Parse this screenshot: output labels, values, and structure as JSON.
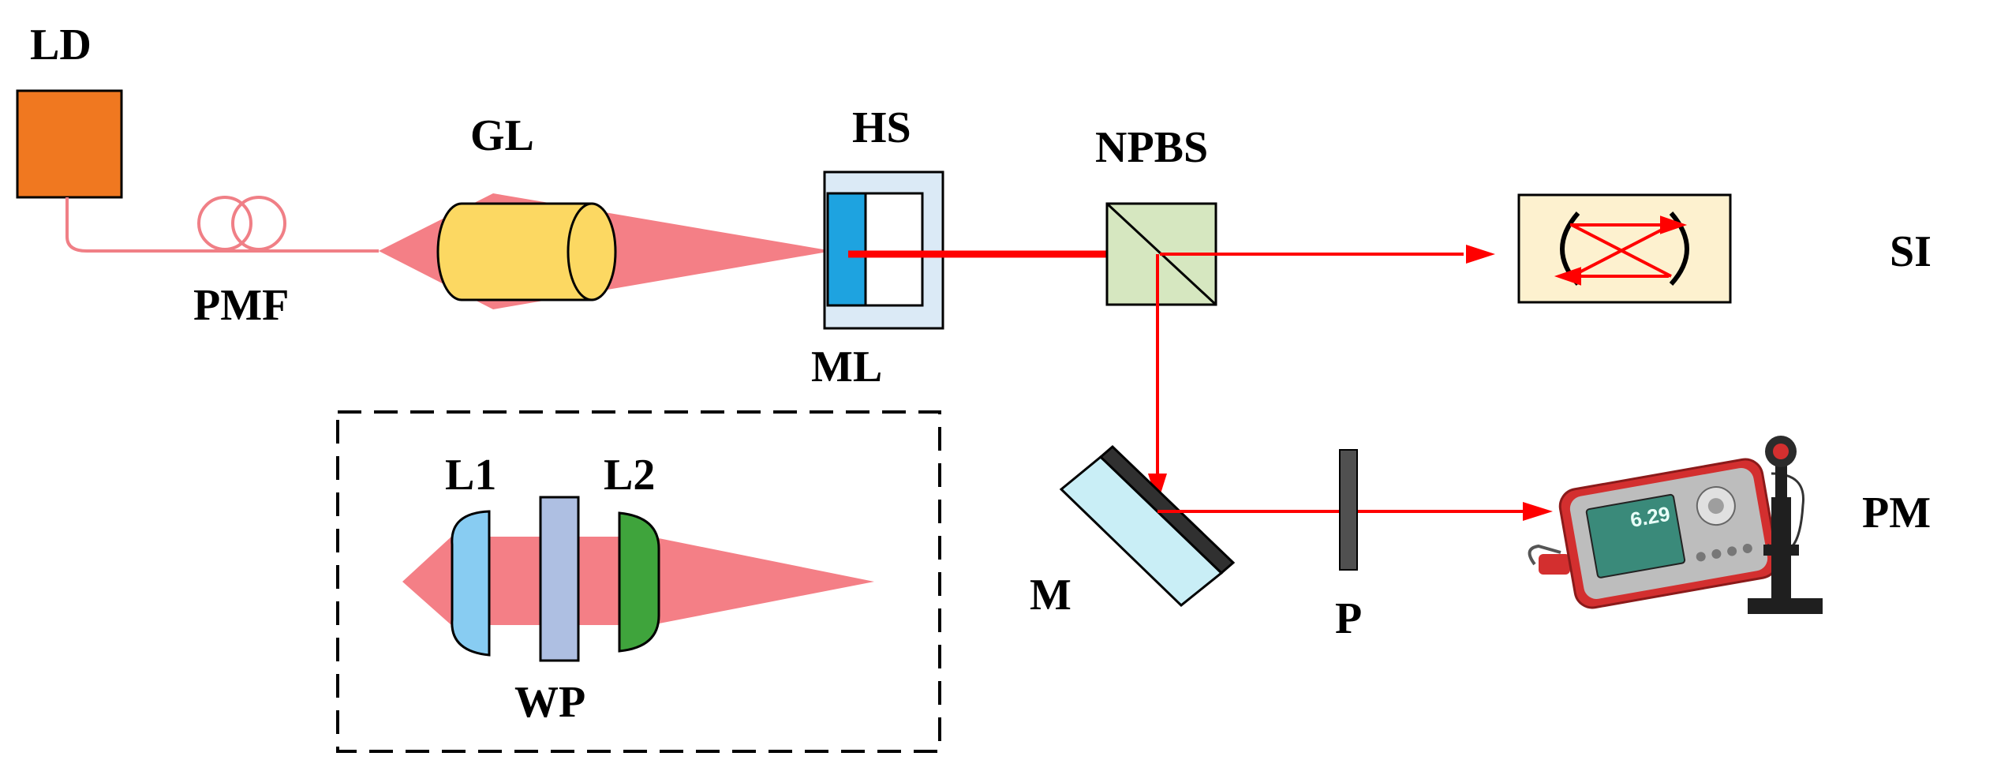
{
  "labels": {
    "ld": "LD",
    "pmf": "PMF",
    "gl": "GL",
    "hs": "HS",
    "ml": "ML",
    "npbs": "NPBS",
    "si": "SI",
    "pm": "PM",
    "m": "M",
    "p": "P",
    "l1": "L1",
    "l2": "L2",
    "wp": "WP"
  },
  "colors": {
    "laser_diode": "#f07820",
    "beam_red": "#ff0000",
    "beam_cone": "#f47f86",
    "fiber": "#f07f86",
    "grin_lens": "#fcd862",
    "heat_sink": "#dbeaf6",
    "microlens": "#1ea3e0",
    "splitter": "#d6e7c0",
    "interferometer": "#fdf1cf",
    "mirror": "#c9eef6",
    "polarizer": "#505050",
    "lens_l1": "#88ccf2",
    "lens_l2": "#3fa43c",
    "wave_plate": "#aebfe2",
    "power_meter": "#d32f2f",
    "power_meter_screen": "#3a8a7a"
  },
  "power_meter_display": "6.29"
}
